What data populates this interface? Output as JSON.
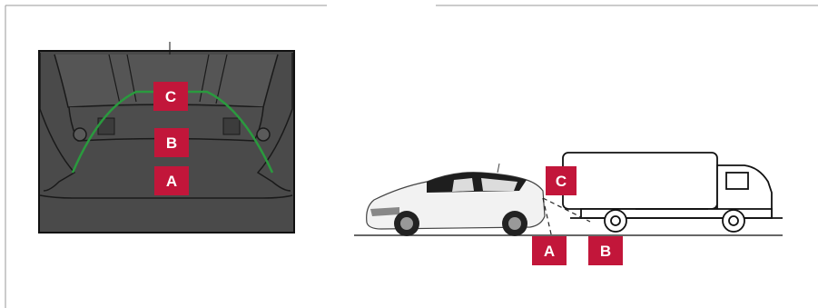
{
  "labels": {
    "camera_view": {
      "a": "A",
      "b": "B",
      "c": "C"
    },
    "side_view": {
      "a": "A",
      "b": "B",
      "c": "C"
    }
  },
  "colors": {
    "label_bg": "#c2163a",
    "guide_line": "#2a9a3e",
    "camera_bg": "#4a4a4a",
    "frame_border": "#9a9a9a"
  },
  "icons": {
    "car": "car-icon",
    "truck": "truck-icon"
  }
}
